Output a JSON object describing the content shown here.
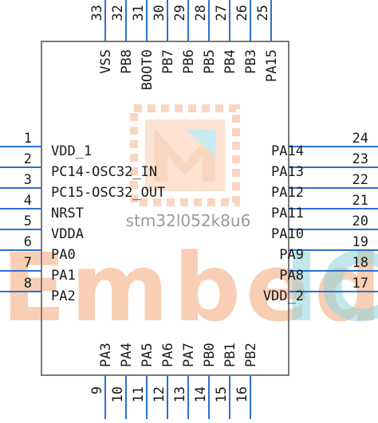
{
  "part_name": "stm32l052k8u6",
  "watermark": {
    "text_left": "Embed",
    "text_right": "IC",
    "left_color": "#f4a878",
    "right_color": "#8fd3de"
  },
  "colors": {
    "pin_line": "#2d6fcf",
    "body_outline": "#7a7a7a",
    "text": "#1a1a1a"
  },
  "pins": {
    "left": [
      {
        "num": "1",
        "name": "VDD_1"
      },
      {
        "num": "2",
        "name": "PC14-OSC32_IN"
      },
      {
        "num": "3",
        "name": "PC15-OSC32_OUT"
      },
      {
        "num": "4",
        "name": "NRST"
      },
      {
        "num": "5",
        "name": "VDDA"
      },
      {
        "num": "6",
        "name": "PA0"
      },
      {
        "num": "7",
        "name": "PA1"
      },
      {
        "num": "8",
        "name": "PA2"
      }
    ],
    "right": [
      {
        "num": "24",
        "name": "PA14"
      },
      {
        "num": "23",
        "name": "PA13"
      },
      {
        "num": "22",
        "name": "PA12"
      },
      {
        "num": "21",
        "name": "PA11"
      },
      {
        "num": "20",
        "name": "PA10"
      },
      {
        "num": "19",
        "name": "PA9"
      },
      {
        "num": "18",
        "name": "PA8"
      },
      {
        "num": "17",
        "name": "VDD_2"
      }
    ],
    "top": [
      {
        "num": "33",
        "name": "VSS"
      },
      {
        "num": "32",
        "name": "PB8"
      },
      {
        "num": "31",
        "name": "BOOT0"
      },
      {
        "num": "30",
        "name": "PB7"
      },
      {
        "num": "29",
        "name": "PB6"
      },
      {
        "num": "28",
        "name": "PB5"
      },
      {
        "num": "27",
        "name": "PB4"
      },
      {
        "num": "26",
        "name": "PB3"
      },
      {
        "num": "25",
        "name": "PA15"
      }
    ],
    "bottom": [
      {
        "num": "9",
        "name": "PA3"
      },
      {
        "num": "10",
        "name": "PA4"
      },
      {
        "num": "11",
        "name": "PA5"
      },
      {
        "num": "12",
        "name": "PA6"
      },
      {
        "num": "13",
        "name": "PA7"
      },
      {
        "num": "14",
        "name": "PB0"
      },
      {
        "num": "15",
        "name": "PB1"
      },
      {
        "num": "16",
        "name": "PB2"
      }
    ]
  }
}
